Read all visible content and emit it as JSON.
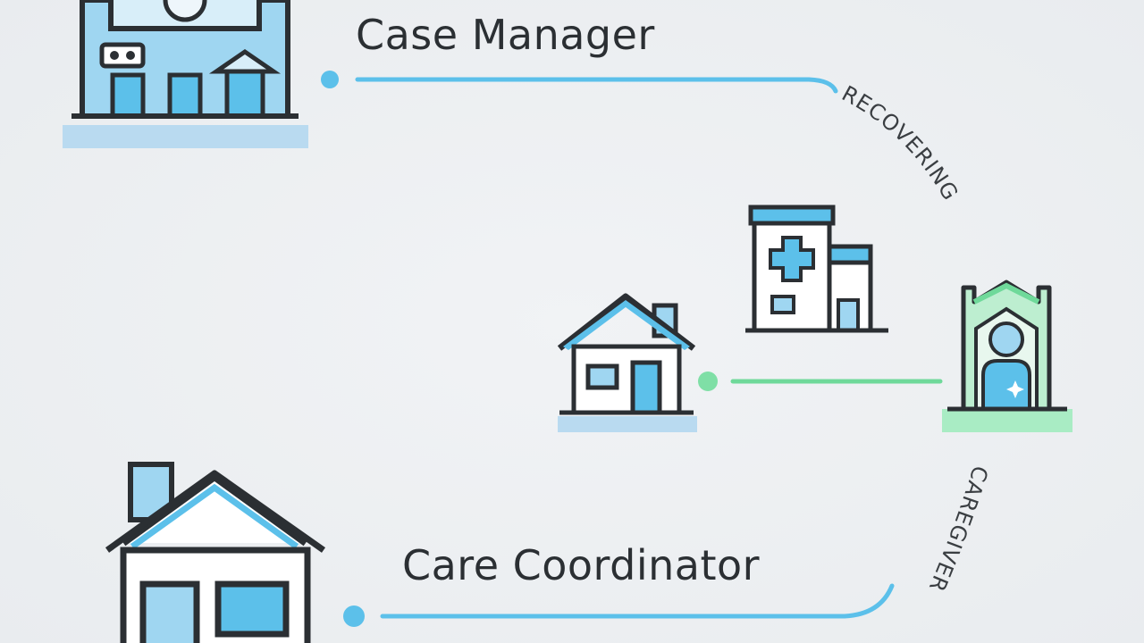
{
  "labels": {
    "top": "Case Manager",
    "bottom": "Care Coordinator"
  },
  "arc_text": {
    "upper": "RECOVERING",
    "lower": "CAREGIVER"
  },
  "icons": {
    "top_left": "office-building-icon",
    "hospital": "hospital-building-icon",
    "small_house": "house-icon",
    "care_center": "care-facility-person-icon",
    "big_house": "house-icon"
  },
  "colors": {
    "background": "#eceef0",
    "outline": "#2b2f33",
    "blue_accent": "#5cc0ea",
    "blue_fill": "#9fd6f1",
    "green_accent": "#6fd99a",
    "ground": "#b9daf0"
  }
}
